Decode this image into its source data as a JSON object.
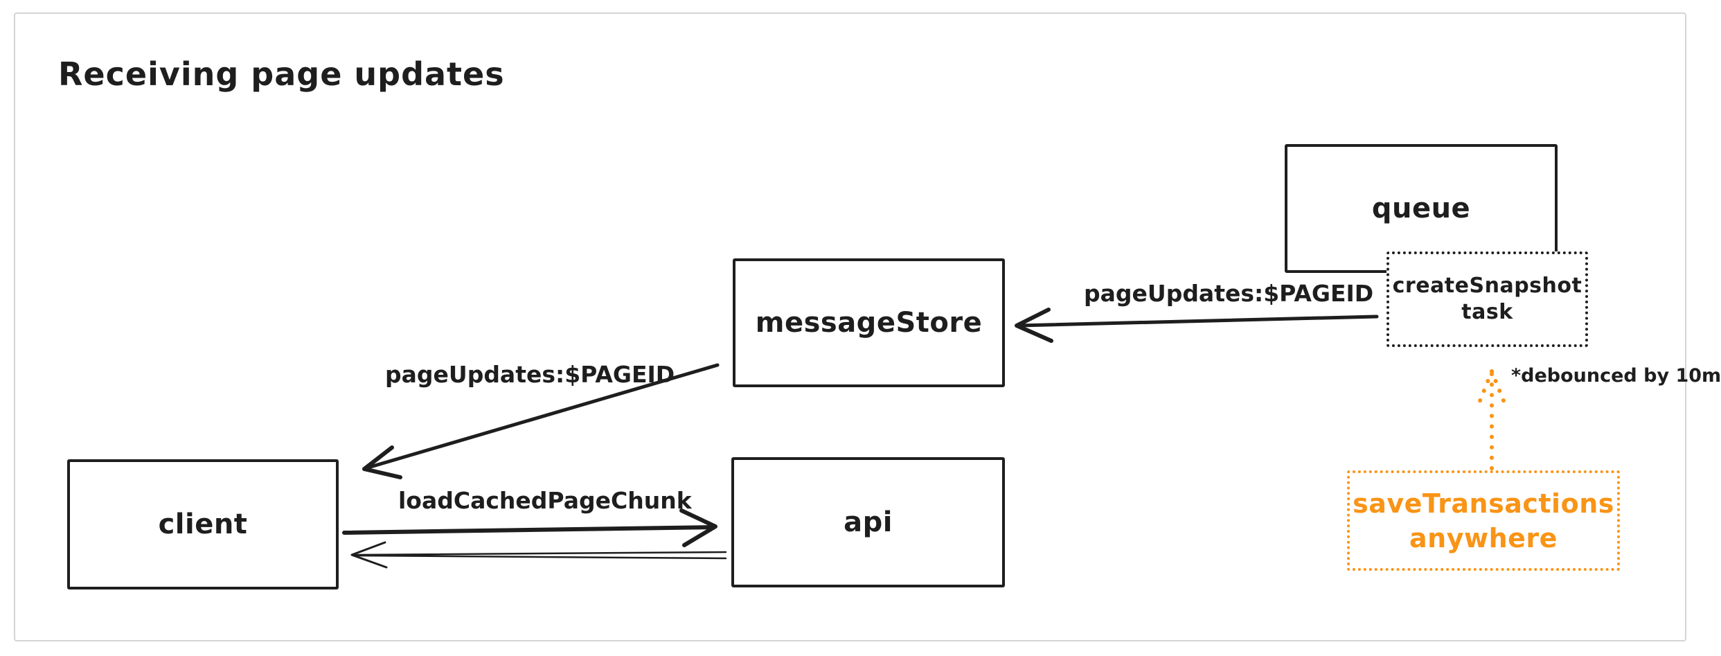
{
  "frame": {
    "title": "Receiving page updates"
  },
  "colors": {
    "ink": "#1e1e1e",
    "accent_orange": "#f99416",
    "frame_border": "#d4d4d4",
    "background": "#ffffff"
  },
  "nodes": {
    "queue": {
      "label": "queue"
    },
    "create_snapshot": {
      "label_line1": "createSnapshot",
      "label_line2": "task"
    },
    "message_store": {
      "label": "messageStore"
    },
    "client": {
      "label": "client"
    },
    "api": {
      "label": "api"
    },
    "save_transactions": {
      "label_line1": "saveTransactions",
      "label_line2": "anywhere"
    }
  },
  "edges": {
    "queue_to_message_store": {
      "label": "pageUpdates:$PAGEID"
    },
    "message_store_to_client": {
      "label": "pageUpdates:$PAGEID"
    },
    "client_to_api": {
      "label": "loadCachedPageChunk"
    }
  },
  "annotations": {
    "debounce_note": "*debounced by 10m"
  }
}
